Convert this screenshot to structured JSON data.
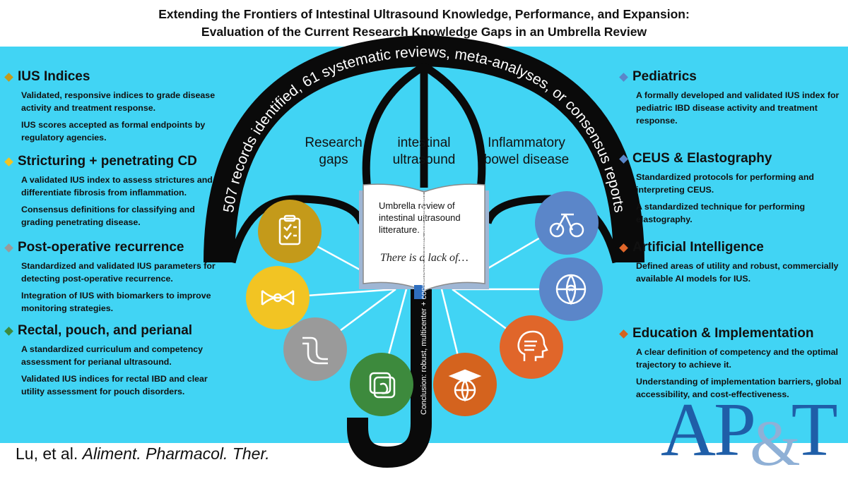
{
  "title": {
    "line1": "Extending the Frontiers of Intestinal Ultrasound Knowledge, Performance, and Expansion:",
    "line2": "Evaluation of the Current Research Knowledge Gaps in an Umbrella Review"
  },
  "left_sections": [
    {
      "heading": "IUS Indices",
      "color": "#c49a1a",
      "bullets": [
        "Validated, responsive indices to grade disease activity and treatment response.",
        "IUS scores accepted as formal endpoints by regulatory agencies."
      ]
    },
    {
      "heading": "Stricturing + penetrating CD",
      "color": "#f2c423",
      "bullets": [
        "A validated IUS index to assess strictures and differentiate fibrosis from inflammation.",
        "Consensus definitions for classifying and grading penetrating disease."
      ]
    },
    {
      "heading": "Post-operative recurrence",
      "color": "#9a9a9a",
      "bullets": [
        "Standardized and validated IUS parameters for detecting post-operative recurrence.",
        "Integration of IUS with biomarkers to improve monitoring strategies."
      ]
    },
    {
      "heading": "Rectal, pouch, and perianal",
      "color": "#3d8a3d",
      "bullets": [
        "A standardized curriculum and competency assessment for perianal ultrasound.",
        "Validated IUS indices for rectal IBD and clear utility assessment for pouch disorders."
      ]
    }
  ],
  "right_sections": [
    {
      "heading": "Pediatrics",
      "color": "#5b86c9",
      "bullets": [
        "A formally developed and validated IUS index for pediatric IBD disease activity and treatment response."
      ]
    },
    {
      "heading": "CEUS & Elastography",
      "color": "#5b86c9",
      "bullets": [
        "Standardized protocols for performing and interpreting CEUS.",
        "A standardized technique for performing elastography."
      ]
    },
    {
      "heading": "Artificial Intelligence",
      "color": "#e0662a",
      "bullets": [
        "Defined areas of utility and robust, commercially available AI models for IUS."
      ]
    },
    {
      "heading": "Education & Implementation",
      "color": "#d4631e",
      "bullets": [
        "A clear definition of competency and the optimal trajectory to achieve it.",
        "Understanding of implementation barriers, global accessibility, and cost-effectiveness."
      ]
    }
  ],
  "umbrella": {
    "arc_text": "507 records identified, 61 systematic reviews, meta-analyses, or consensus reports",
    "labels": [
      "Research gaps",
      "intestinal ultrasound",
      "Inflammatory bowel disease"
    ],
    "book_text": "Umbrella review of intestinal ultrasound litterature.",
    "book_script": "There is a lack of…",
    "handle_text": "Conclusion: robust, multicenter + consensus studies are needed"
  },
  "icons": [
    {
      "name": "clipboard-icon",
      "color": "#c49a1a"
    },
    {
      "name": "bowel-segment-icon",
      "color": "#f2c423"
    },
    {
      "name": "intestine-icon",
      "color": "#9a9a9a"
    },
    {
      "name": "rectum-icon",
      "color": "#3d8a3d"
    },
    {
      "name": "graduation-globe-icon",
      "color": "#d4631e"
    },
    {
      "name": "ai-head-icon",
      "color": "#e0662a"
    },
    {
      "name": "globe-signal-icon",
      "color": "#5b86c9"
    },
    {
      "name": "tricycle-icon",
      "color": "#5b86c9"
    }
  ],
  "footer": {
    "authors": "Lu, et al.",
    "journal": "Aliment. Pharmacol. Ther."
  },
  "logo": {
    "text_a": "AP",
    "text_amp": "&",
    "text_b": "T"
  }
}
